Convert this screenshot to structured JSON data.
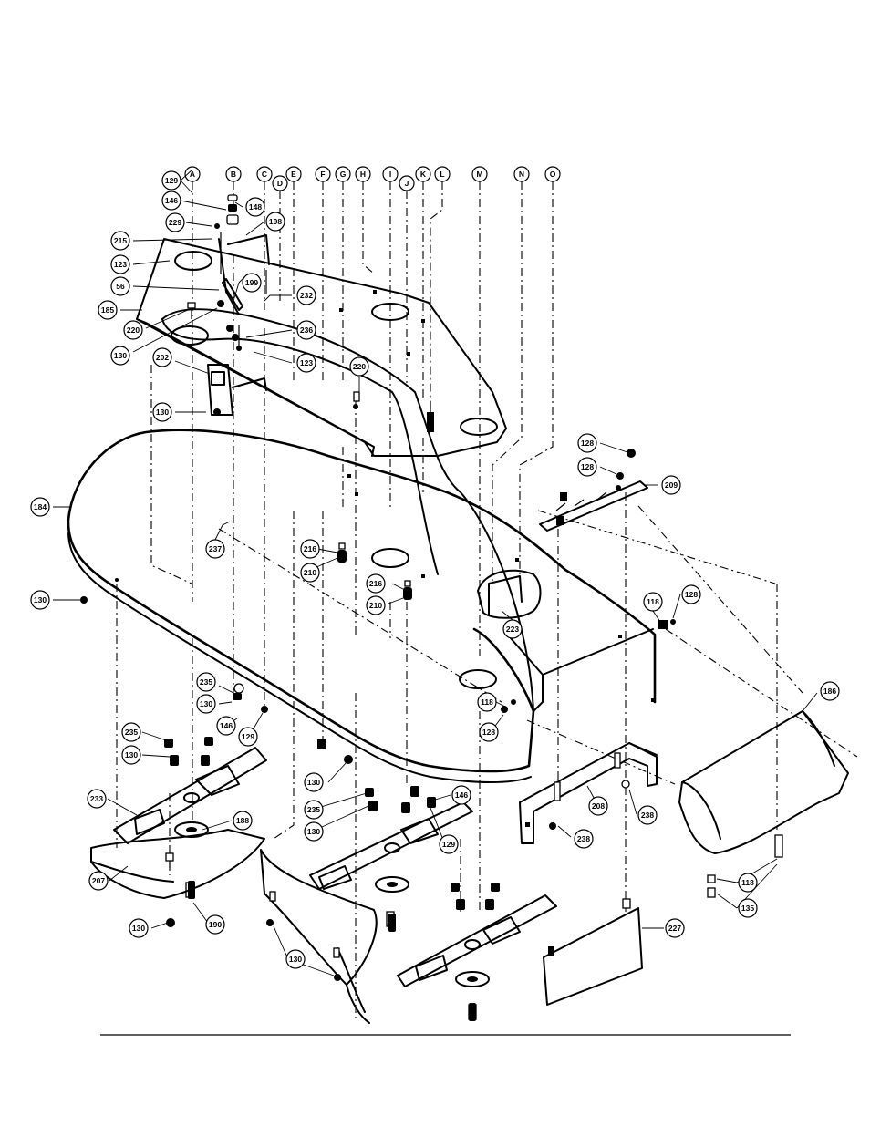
{
  "diagram": {
    "column_letters": [
      "A",
      "B",
      "C",
      "D",
      "E",
      "F",
      "G",
      "H",
      "I",
      "J",
      "K",
      "L",
      "M",
      "N",
      "O"
    ],
    "callouts": {
      "c129a": "129",
      "c146a": "146",
      "c148": "148",
      "c229": "229",
      "c198": "198",
      "c215": "215",
      "c123a": "123",
      "c56": "56",
      "c199": "199",
      "c185": "185",
      "c232": "232",
      "c220a": "220",
      "c236": "236",
      "c130a": "130",
      "c123b": "123",
      "c202": "202",
      "c220b": "220",
      "c130b": "130",
      "c184": "184",
      "c237": "237",
      "c216a": "216",
      "c210a": "210",
      "c216b": "216",
      "c210b": "210",
      "c130c": "130",
      "c223": "223",
      "c128a": "128",
      "c128b": "128",
      "c209": "209",
      "c118a": "118",
      "c128c": "128",
      "c186": "186",
      "c235a": "235",
      "c130d": "130",
      "c146b": "146",
      "c129b": "129",
      "c235b": "235",
      "c130e": "130",
      "c118b": "118",
      "c128d": "128",
      "c233": "233",
      "c188": "188",
      "c207": "207",
      "c130f": "130",
      "c190": "190",
      "c235c": "235",
      "c130g": "130",
      "c146c": "146",
      "c129c": "129",
      "c130h": "130",
      "c208": "208",
      "c238a": "238",
      "c238b": "238",
      "c227": "227",
      "c118c": "118",
      "c135": "135",
      "c130i": "130"
    }
  }
}
